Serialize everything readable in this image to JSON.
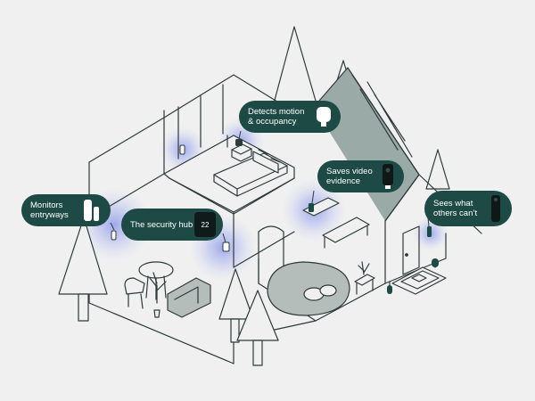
{
  "colors": {
    "background": "#f0f0f0",
    "line": "#2f3a3a",
    "callout": "#1d4a44",
    "callout_text": "#ffffff",
    "signal": "#5c6fe6",
    "roof_fill": "#9aaaa6",
    "rug_fill": "#b5bdbb"
  },
  "callouts": [
    {
      "id": "monitors",
      "text": "Monitors\nentryways",
      "device_icon": "door-sensor-icon"
    },
    {
      "id": "hub",
      "text": "The security hub",
      "device_icon": "hub-icon",
      "device_text": "22"
    },
    {
      "id": "motion",
      "text": "Detects motion\n& occupancy",
      "device_icon": "motion-sensor-icon"
    },
    {
      "id": "video",
      "text": "Saves video\nevidence",
      "device_icon": "camera-icon"
    },
    {
      "id": "doorbell",
      "text": "Sees what\nothers can’t",
      "device_icon": "doorbell-icon"
    }
  ]
}
